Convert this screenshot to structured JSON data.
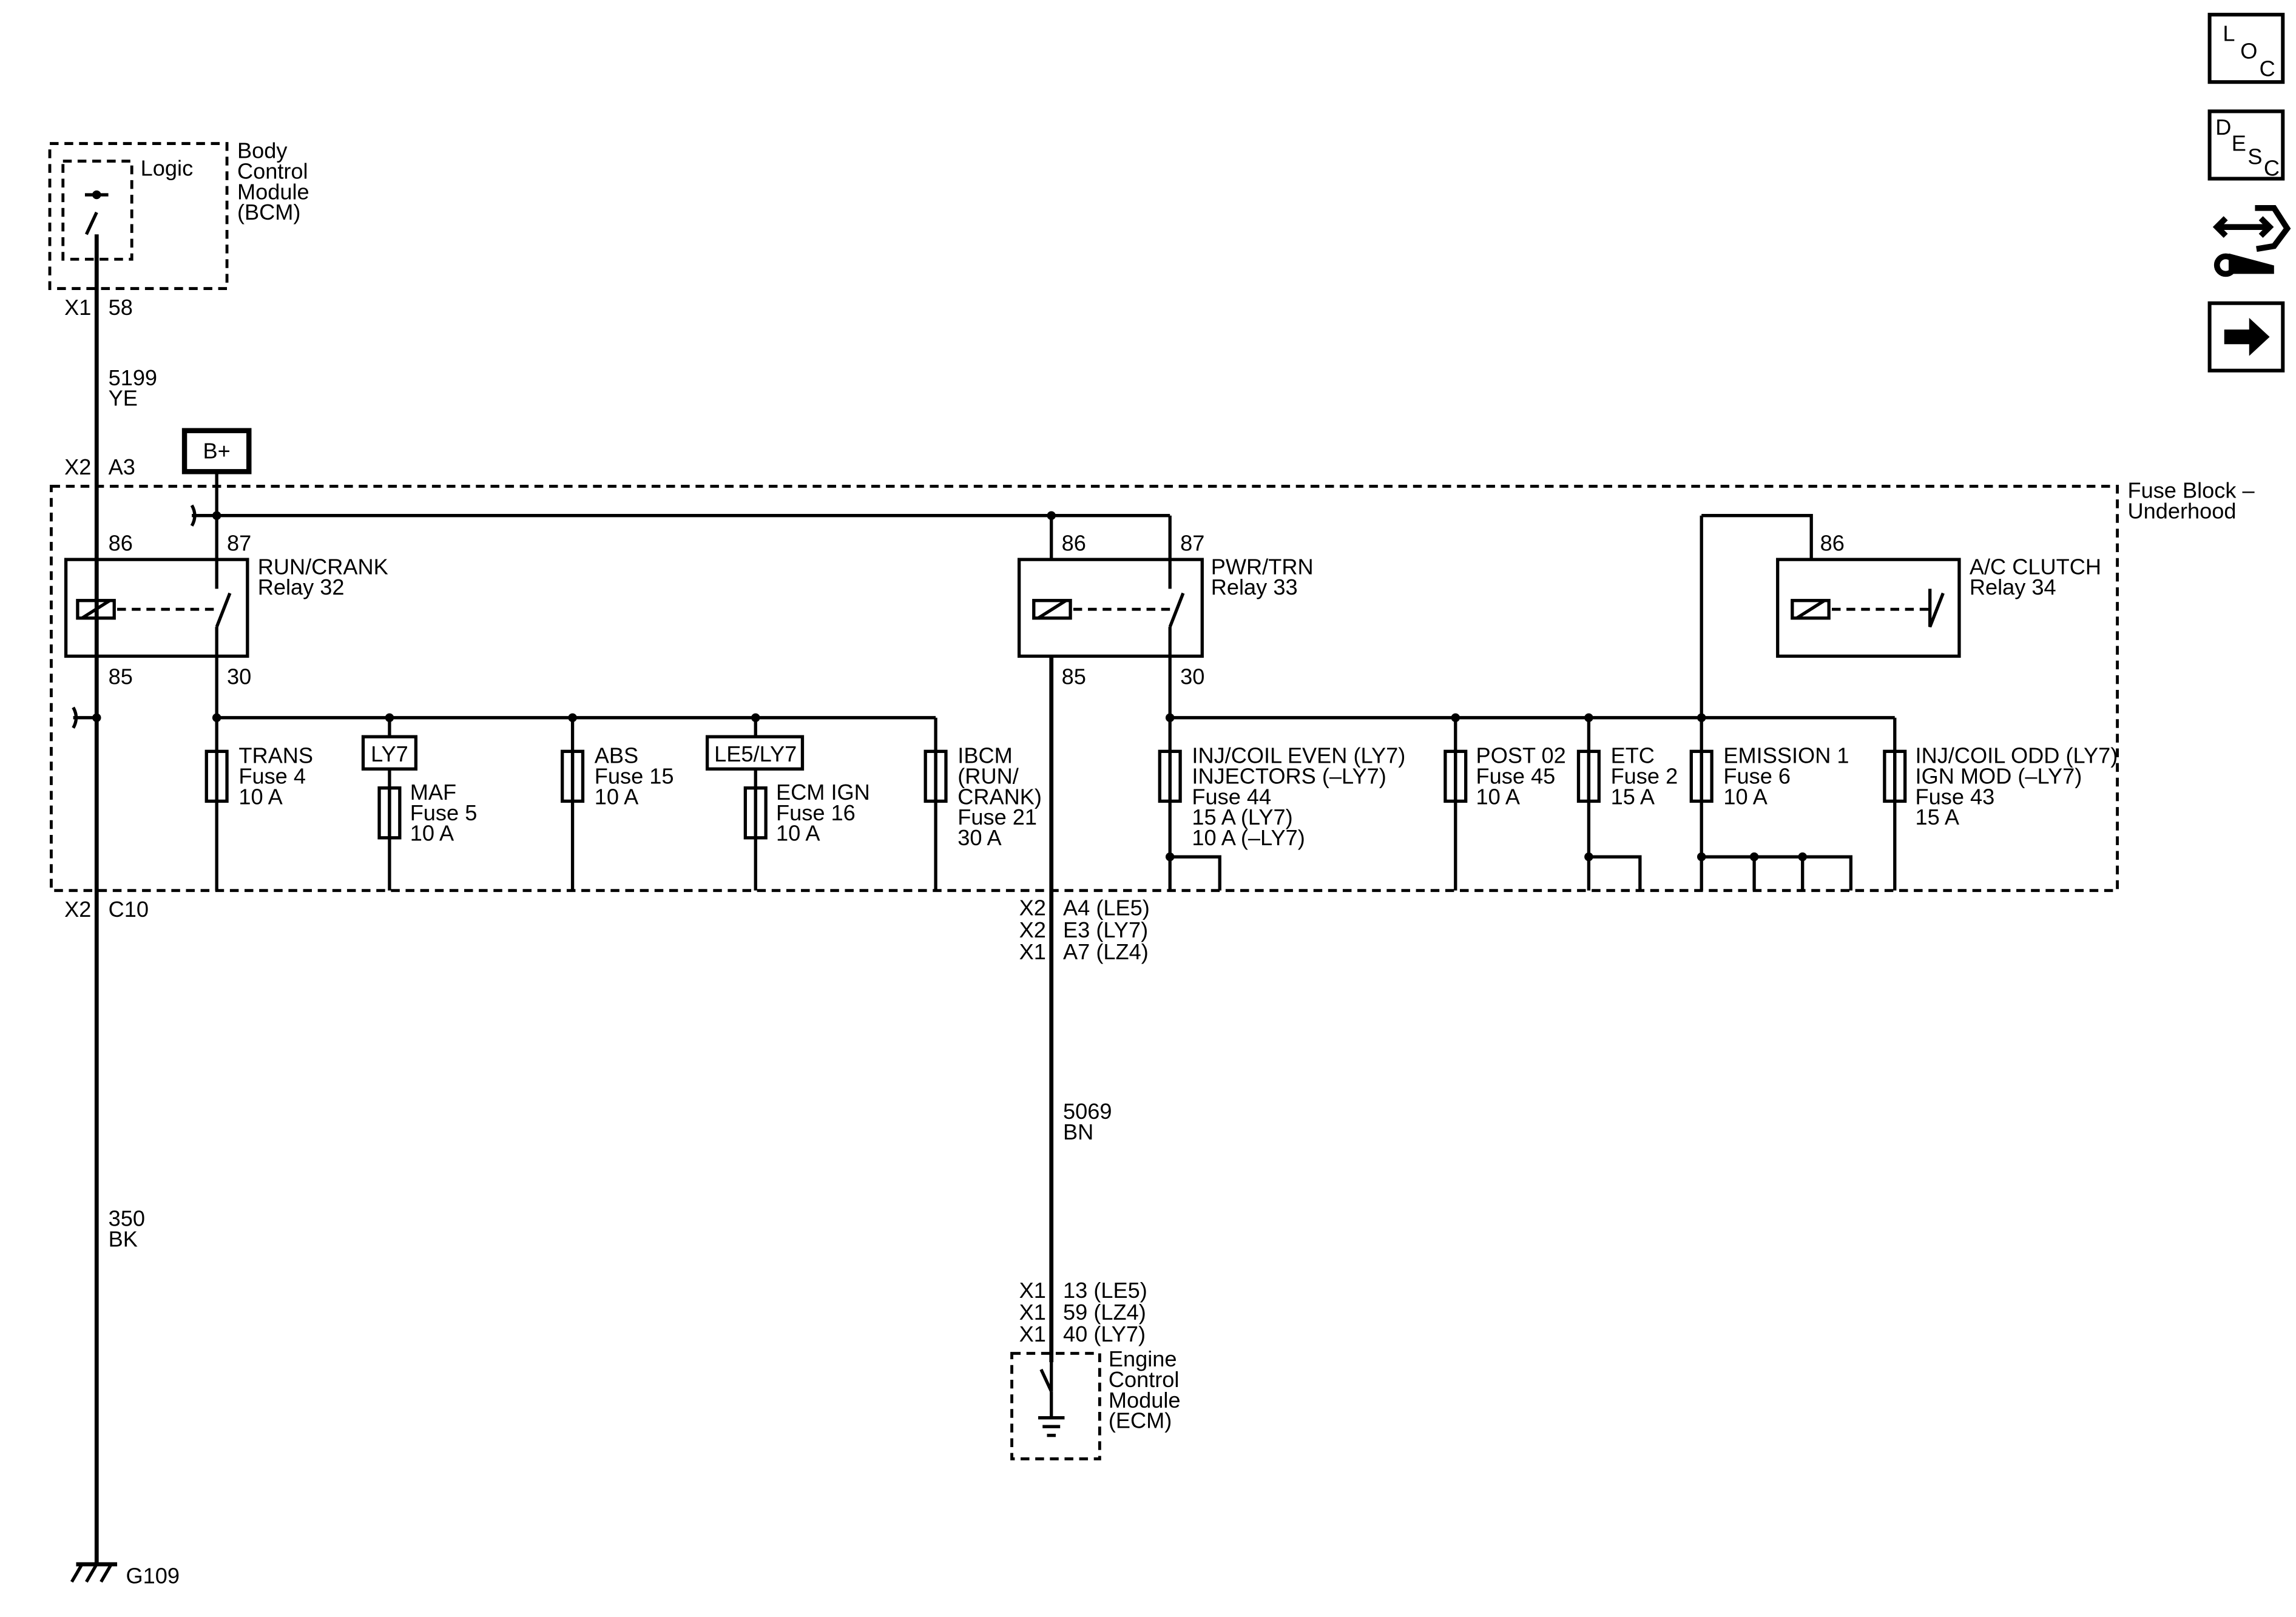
{
  "bcm": {
    "lines": [
      "Body",
      "Control",
      "Module",
      "(BCM)"
    ],
    "logic": "Logic"
  },
  "bcm_pins": {
    "connector": "X1",
    "pin": "58"
  },
  "wire_5199": {
    "circuit": "5199",
    "color": "YE"
  },
  "x2_a3": {
    "connector": "X2",
    "pin": "A3"
  },
  "battery_label": "B+",
  "fuse_block": {
    "lines": [
      "Fuse Block –",
      "Underhood"
    ]
  },
  "relays": [
    {
      "name": "RUN/CRANK",
      "relay": "Relay 32",
      "pins": [
        "86",
        "87",
        "85",
        "30"
      ]
    },
    {
      "name": "PWR/TRN",
      "relay": "Relay 33",
      "pins": [
        "86",
        "87",
        "85",
        "30"
      ]
    },
    {
      "name": "A/C CLUTCH",
      "relay": "Relay 34",
      "pins": [
        "86"
      ]
    }
  ],
  "option_tags": [
    "LY7",
    "LE5/LY7"
  ],
  "fuses": [
    {
      "lines": [
        "TRANS",
        "Fuse 4",
        "10 A"
      ]
    },
    {
      "lines": [
        "MAF",
        "Fuse 5",
        "10 A"
      ]
    },
    {
      "lines": [
        "ABS",
        "Fuse 15",
        "10 A"
      ]
    },
    {
      "lines": [
        "ECM IGN",
        "Fuse 16",
        "10 A"
      ]
    },
    {
      "lines": [
        "IBCM",
        "(RUN/",
        "CRANK)",
        "Fuse 21",
        "30 A"
      ]
    },
    {
      "lines": [
        "INJ/COIL EVEN (LY7)",
        "INJECTORS (–LY7)",
        "Fuse 44",
        "15 A (LY7)",
        "10 A (–LY7)"
      ]
    },
    {
      "lines": [
        "POST 02",
        "Fuse 45",
        "10 A"
      ]
    },
    {
      "lines": [
        "ETC",
        "Fuse 2",
        "15 A"
      ]
    },
    {
      "lines": [
        "EMISSION 1",
        "Fuse 6",
        "10 A"
      ]
    },
    {
      "lines": [
        "INJ/COIL ODD (LY7)",
        "IGN MOD (–LY7)",
        "Fuse 43",
        "15 A"
      ]
    }
  ],
  "x2_c10": {
    "connector": "X2",
    "pin": "C10"
  },
  "ecm_out_pins": [
    {
      "connector": "X2",
      "pin": "A4 (LE5)"
    },
    {
      "connector": "X2",
      "pin": "E3 (LY7)"
    },
    {
      "connector": "X1",
      "pin": "A7 (LZ4)"
    }
  ],
  "wire_5069": {
    "circuit": "5069",
    "color": "BN"
  },
  "wire_350": {
    "circuit": "350",
    "color": "BK"
  },
  "ecm_in_pins": [
    {
      "connector": "X1",
      "pin": "13 (LE5)"
    },
    {
      "connector": "X1",
      "pin": "59 (LZ4)"
    },
    {
      "connector": "X1",
      "pin": "40 (LY7)"
    }
  ],
  "ecm": {
    "lines": [
      "Engine",
      "Control",
      "Module",
      "(ECM)"
    ]
  },
  "ground": "G109",
  "nav": {
    "loc": [
      "L",
      "O",
      "C"
    ],
    "desc": [
      "D",
      "E",
      "S",
      "C"
    ]
  }
}
